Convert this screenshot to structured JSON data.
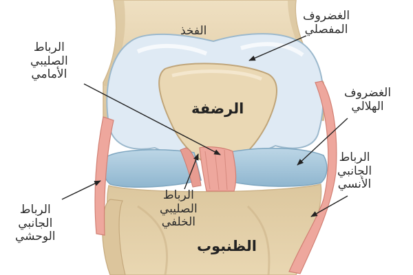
{
  "diagram": {
    "labels": {
      "femur": "الفخذ",
      "articular_cartilage": [
        "الغضروف",
        "المفصلي"
      ],
      "acl": [
        "الرباط",
        "الصليبي",
        "الأمامي"
      ],
      "patella": "الرضفة",
      "meniscus": [
        "الغضروف",
        "الهلالي"
      ],
      "mcl": [
        "الرباط",
        "الجانبي",
        "الأنسي"
      ],
      "pcl": [
        "الرباط",
        "الصليبي",
        "الخلفي"
      ],
      "lcl": [
        "الرباط",
        "الجانبي",
        "الوحشي"
      ],
      "tibia": "الظنبوب"
    },
    "colors": {
      "background": "#ffffff",
      "bone": "#ead8b4",
      "bone_shadow": "#cdb48a",
      "cartilage": "#dfeaf4",
      "meniscus": "#a9c9dd",
      "ligament": "#eea79d",
      "text": "#2b2b2b"
    }
  }
}
